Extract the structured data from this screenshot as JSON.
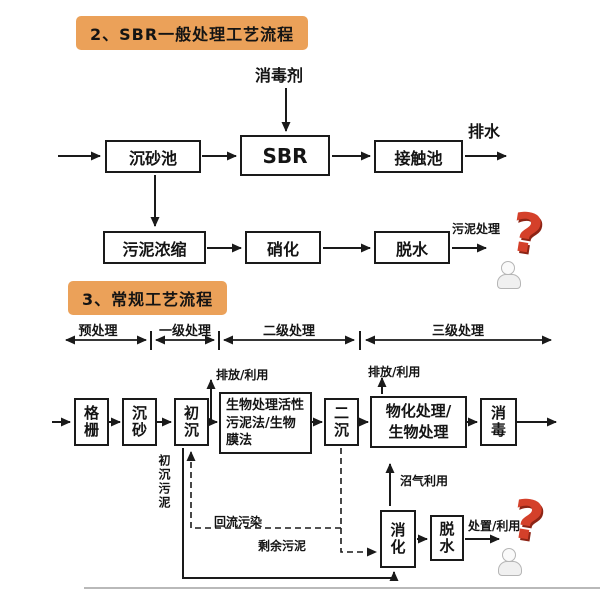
{
  "colors": {
    "highlight": "#EBA159",
    "question_red": "#D4402A",
    "line": "#1a1a1a"
  },
  "section_sbr": {
    "title": "2、SBR一般处理工艺流程",
    "disinfectant_label": "消毒剂",
    "grit_chamber": "沉砂池",
    "sbr": "SBR",
    "contact_tank": "接触池",
    "drainage_label": "排水",
    "sludge_thickening": "污泥浓缩",
    "nitrification": "硝化",
    "dewatering": "脱水",
    "sludge_treatment_label": "污泥处理",
    "question_mark": "?"
  },
  "section_conventional": {
    "title": "3、常规工艺流程",
    "phases": [
      "预处理",
      "一级处理",
      "二级处理",
      "三级处理"
    ],
    "screen": "格栅",
    "grit": "沉砂",
    "primary_sed": "初沉",
    "bio_treatment": "生物处理活性\n污泥法/生物\n膜法",
    "secondary_sed": "二沉",
    "physchem": "物化处理/\n生物处理",
    "disinfection": "消毒",
    "discharge_use_1": "排放/利用",
    "discharge_use_2": "排放/利用",
    "primary_sludge_label": "初沉污泥",
    "return_flow_label": "回流污染",
    "excess_sludge_label": "剩余污泥",
    "digestion": "消化",
    "dewatering": "脱水",
    "biogas_label": "沼气利用",
    "disposal_use_label": "处置/利用",
    "question_mark": "?"
  }
}
